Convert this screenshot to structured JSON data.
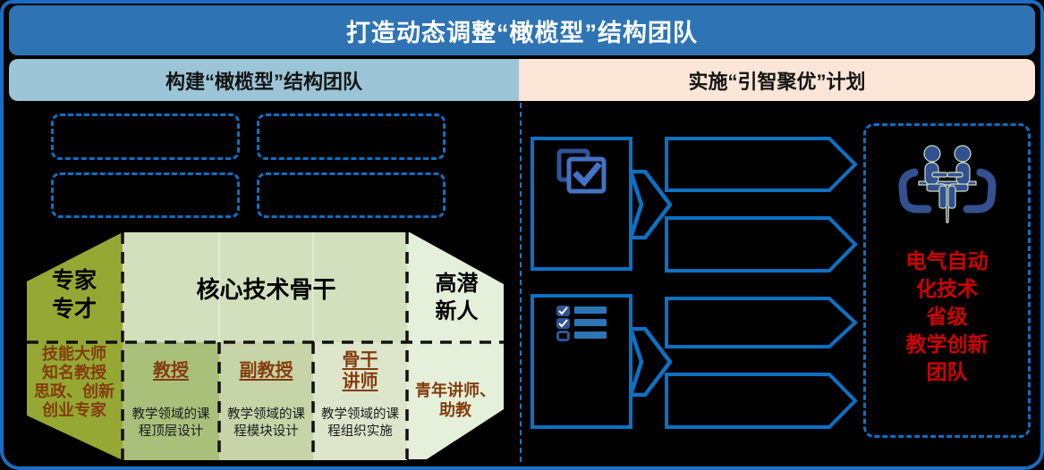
{
  "banner": {
    "title": "打造动态调整“橄榄型”结构团队"
  },
  "sections": {
    "left": {
      "header": "构建“橄榄型”结构团队"
    },
    "right": {
      "header": "实施“引智聚优”计划"
    }
  },
  "olive": {
    "expert": {
      "title_lines": [
        "专家",
        "专才"
      ],
      "desc_lines": [
        "技能大师",
        "知名教授",
        "思政、创新",
        "创业专家"
      ]
    },
    "core_title": "核心技术骨干",
    "newcomer": {
      "title_lines": [
        "高潜",
        "新人"
      ],
      "desc_lines": [
        "青年讲师、",
        "助教"
      ]
    },
    "roles": [
      {
        "title_lines": [
          "教授"
        ],
        "desc_lines": [
          "教学领域的课",
          "程顶层设计"
        ]
      },
      {
        "title_lines": [
          "副教授"
        ],
        "desc_lines": [
          "教学领域的课",
          "程模块设计"
        ]
      },
      {
        "title_lines": [
          "骨干",
          "讲师"
        ],
        "desc_lines": [
          "教学领域的课",
          "程组织实施"
        ]
      }
    ]
  },
  "plan": {
    "team_lines": [
      "电气自动",
      "化技术",
      "省级",
      "教学创新",
      "团队"
    ],
    "icon_names": [
      "approval-stack-icon",
      "checklist-icon",
      "meeting-table-icon"
    ]
  },
  "colors": {
    "banner_blue": "#2e74b5",
    "header_left_blue": "#9cc5d7",
    "header_right_peach": "#fbe5d6",
    "outline_blue": "#0c71c3",
    "frame_blue": "#1a6dc2",
    "olive_green": "#95a834",
    "core_green": "#d2e0bd",
    "role1_green": "#a9c07b",
    "role2_green": "#c6d4a7",
    "role3_green": "#dde6cb",
    "newcomer_green": "#e4f0da",
    "brown_text": "#843c0c",
    "red_text": "#d00000",
    "icon_navy": "#33508f",
    "icon_blue": "#2e75b6"
  }
}
